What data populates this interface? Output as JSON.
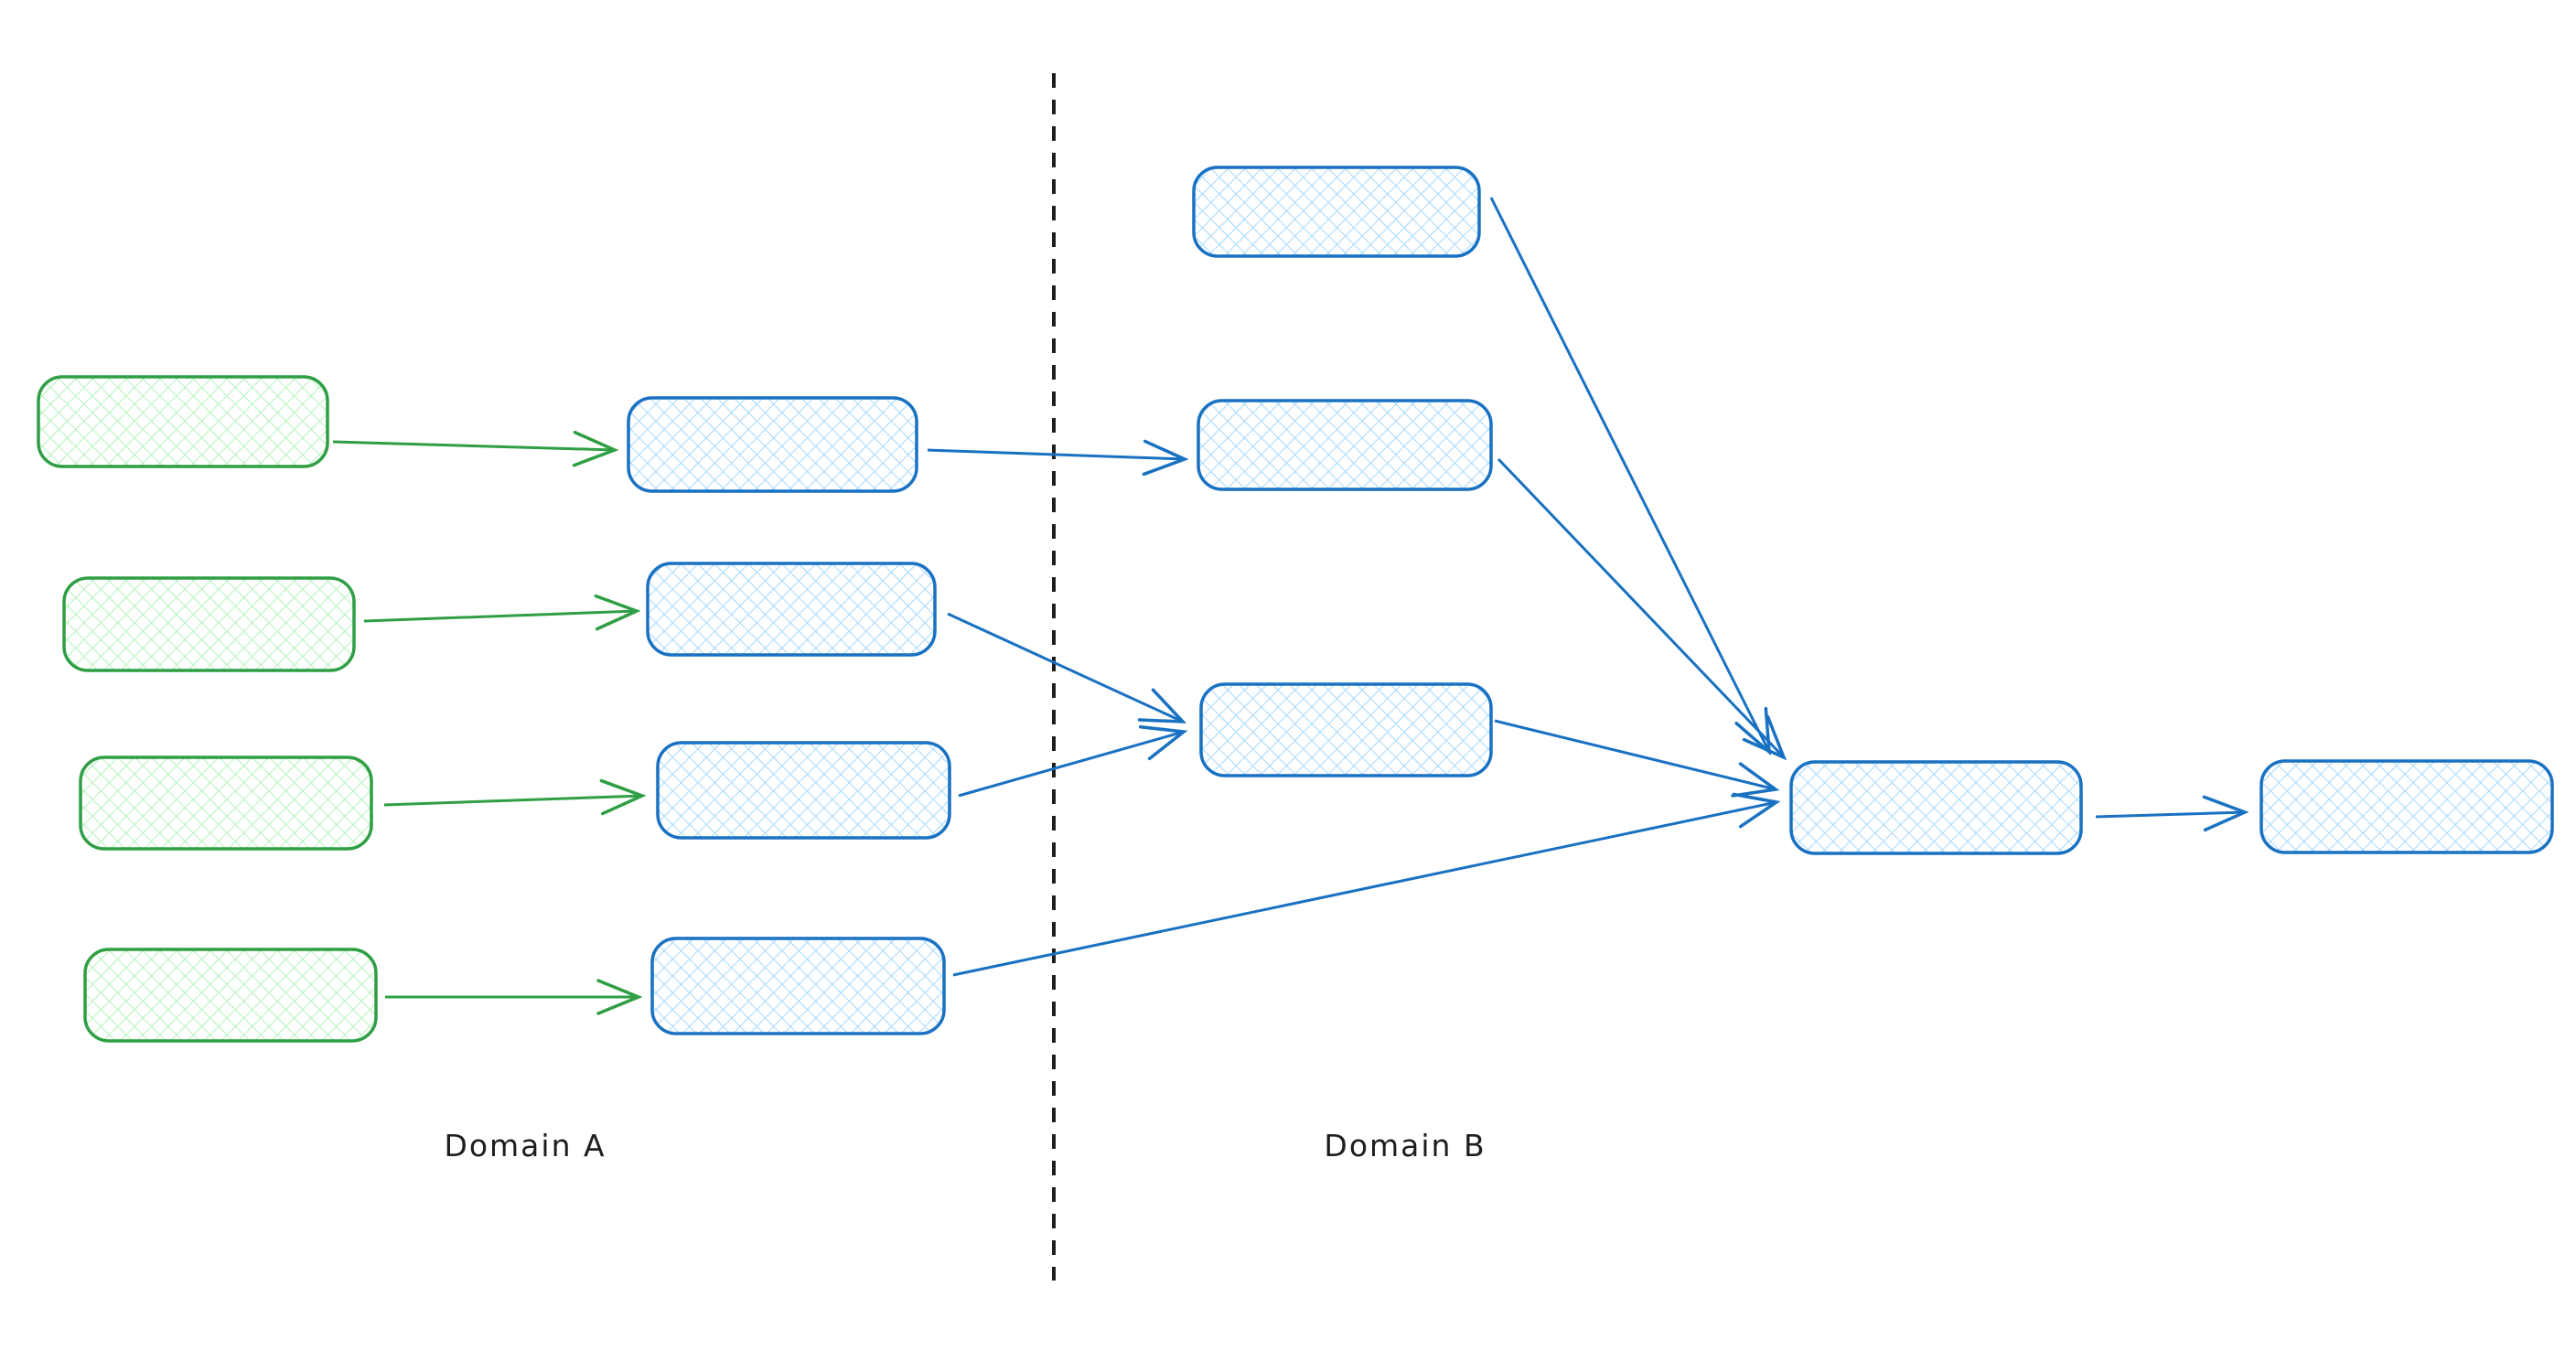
{
  "diagram": {
    "title": "",
    "labels": {
      "domain_a": "Domain A",
      "domain_b": "Domain B"
    },
    "colors": {
      "background": "#ffffff",
      "green_stroke": "#2f9e44",
      "green_hatch": "#b2f2bb",
      "blue_stroke": "#1971c2",
      "blue_hatch": "#a5d8ff",
      "divider": "#1e1e1e",
      "label_text": "#1e1e1e"
    },
    "node_counts": {
      "domain_a_green_sources": 4,
      "domain_a_blue_intermediates": 4,
      "domain_b_blue_nodes": 3,
      "merge_nodes": 1,
      "final_nodes": 1
    },
    "style_notes": {
      "node_fill": "crosshatch sketch",
      "divider_style": "dashed vertical line"
    }
  }
}
